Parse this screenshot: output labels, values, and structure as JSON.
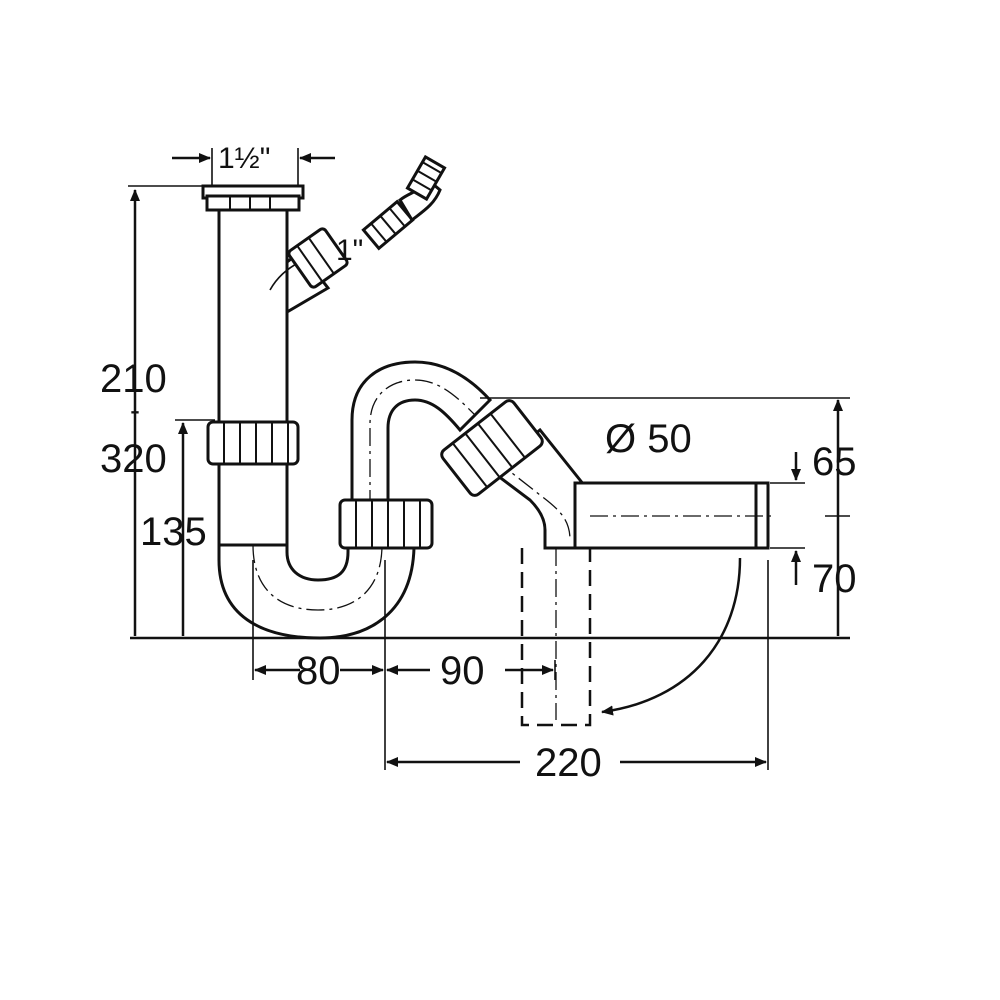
{
  "labels": {
    "inlet_diameter": "1½\"",
    "side_inlet": "1\"",
    "height_range_top": "210",
    "height_range_sep": "-",
    "height_range_bottom": "320",
    "height_lower": "135",
    "outlet_diameter": "Ø 50",
    "outlet_offset_upper": "65",
    "outlet_offset_lower": "70",
    "trap_width": "80",
    "outlet_swing_width": "90",
    "outlet_length": "220"
  },
  "colors": {
    "line": "#111111",
    "background": "#ffffff"
  }
}
